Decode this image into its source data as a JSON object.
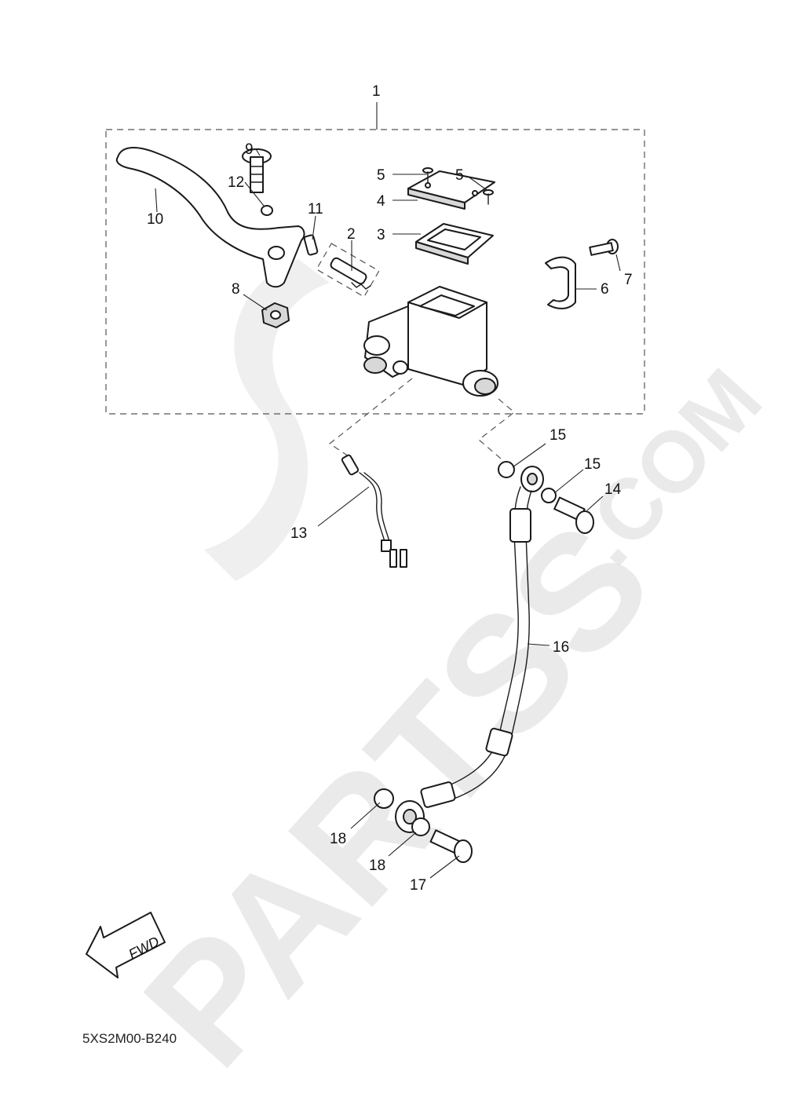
{
  "diagram": {
    "callouts": {
      "c1": "1",
      "c2": "2",
      "c3": "3",
      "c4": "4",
      "c5a": "5",
      "c5b": "5",
      "c6": "6",
      "c7": "7",
      "c8": "8",
      "c9": "9",
      "c10": "10",
      "c11": "11",
      "c12": "12",
      "c13": "13",
      "c14": "14",
      "c15a": "15",
      "c15b": "15",
      "c16": "16",
      "c17": "17",
      "c18a": "18",
      "c18b": "18"
    },
    "fwd_label": "FWD",
    "drawing_code": "5XS2M00-B240"
  },
  "watermark": {
    "brand": "PARTSS",
    "suffix": ".COM"
  }
}
